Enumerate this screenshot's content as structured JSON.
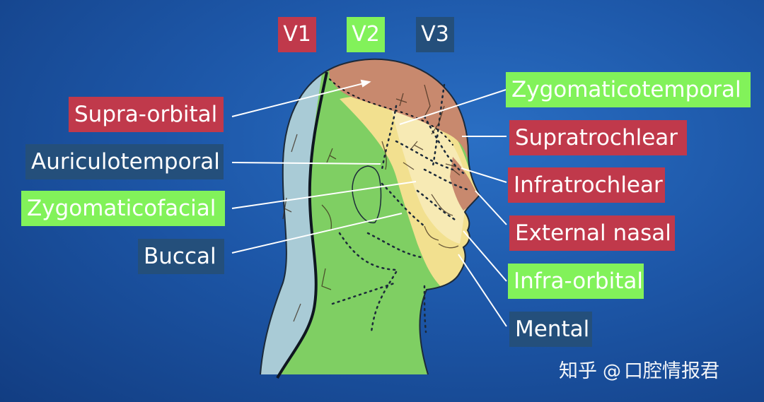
{
  "legend": {
    "v1": {
      "label": "V1",
      "color": "#c0394b"
    },
    "v2": {
      "label": "V2",
      "color": "#82f25a"
    },
    "v3": {
      "label": "V3",
      "color": "#244f7b"
    }
  },
  "nerves_left": [
    {
      "id": "supra-orbital",
      "label": "Supra-orbital",
      "division": "v1"
    },
    {
      "id": "auriculotemporal",
      "label": "Auriculotemporal",
      "division": "v3"
    },
    {
      "id": "zygomaticofacial",
      "label": "Zygomaticofacial",
      "division": "v2"
    },
    {
      "id": "buccal",
      "label": "Buccal",
      "division": "v3"
    }
  ],
  "nerves_right": [
    {
      "id": "zygomaticotemporal",
      "label": "Zygomaticotemporal",
      "division": "v2"
    },
    {
      "id": "supratrochlear",
      "label": "Supratrochlear",
      "division": "v1"
    },
    {
      "id": "infratrochlear",
      "label": "Infratrochlear",
      "division": "v1"
    },
    {
      "id": "external-nasal",
      "label": "External nasal",
      "division": "v1"
    },
    {
      "id": "infra-orbital",
      "label": "Infra-orbital",
      "division": "v2"
    },
    {
      "id": "mental",
      "label": "Mental",
      "division": "v3"
    }
  ],
  "watermark": {
    "brand": "知乎",
    "account": "口腔情报君",
    "icon": "at-icon"
  },
  "colors": {
    "background": "#1d57a8",
    "scalp_back": "#a9cbd6",
    "v1_region": "#c8896e",
    "v2_region": "#f2e08f",
    "v2_light": "#f7eab4",
    "v3_region": "#7fcf63"
  }
}
